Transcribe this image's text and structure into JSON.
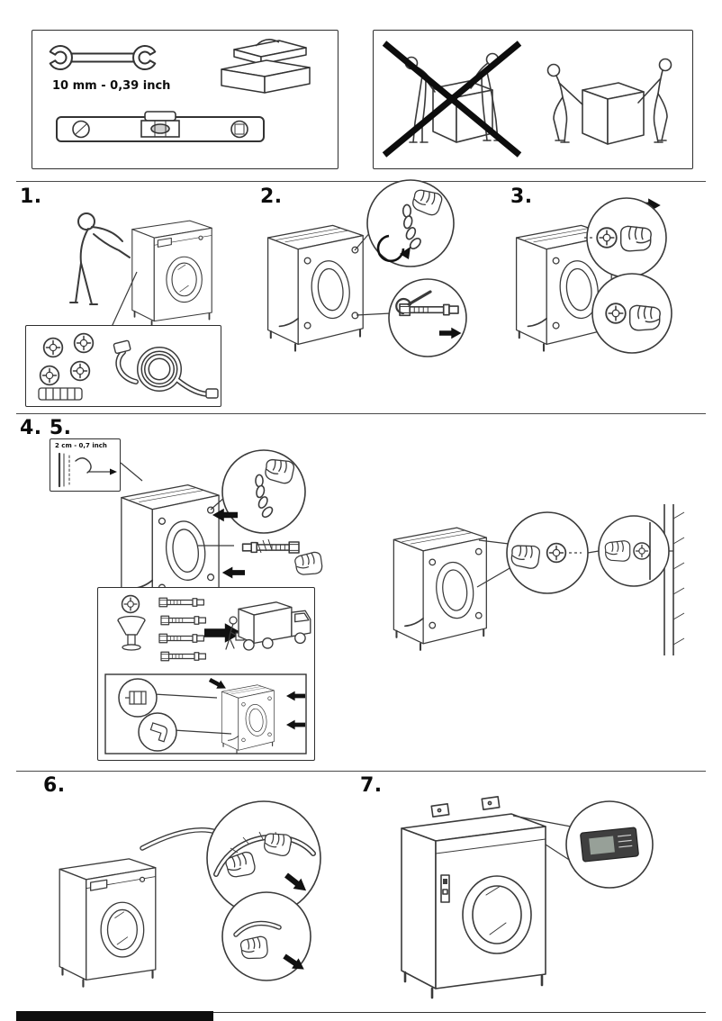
{
  "page": {
    "kind": "appliance-installation-manual-page",
    "colors": {
      "line": "#3a3a3a",
      "arrow": "#111111",
      "paper": "#ffffff",
      "plate": "#3f3f3f"
    },
    "tools_panel": {
      "wrench_size_label": "10 mm - 0,39 inch",
      "icons": [
        "wrench-icon",
        "toolbox-icon",
        "spirit-level-icon"
      ]
    },
    "handling_panel": {
      "icons": [
        "two-person-lift-wrong-illustration",
        "two-person-lift-correct-illustration"
      ]
    },
    "steps": [
      {
        "id": "1",
        "label": "1."
      },
      {
        "id": "2",
        "label": "2."
      },
      {
        "id": "3",
        "label": "3."
      },
      {
        "id": "45",
        "label": "4. 5."
      },
      {
        "id": "6",
        "label": "6."
      },
      {
        "id": "7",
        "label": "7."
      }
    ],
    "labels": {
      "wall_gap": "2 cm - 0,7 inch"
    }
  }
}
